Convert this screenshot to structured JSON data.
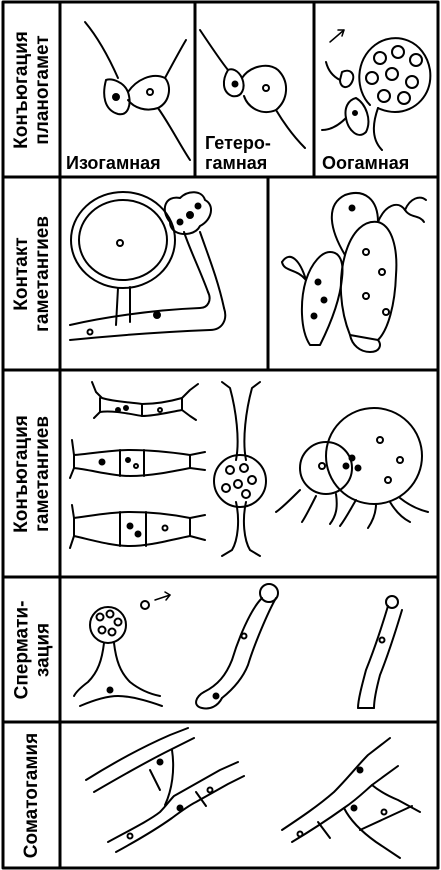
{
  "rows": [
    {
      "id": "planogametes",
      "label_lines": [
        "Конъюгация",
        "планогамет"
      ]
    },
    {
      "id": "gametangia-contact",
      "label_lines": [
        "Контакт",
        "гаметангиев"
      ]
    },
    {
      "id": "gametangia-conjugation",
      "label_lines": [
        "Конъюгация",
        "гаметангиев"
      ]
    },
    {
      "id": "spermatization",
      "label_lines": [
        "Спермати-",
        "зация"
      ]
    },
    {
      "id": "somatogamy",
      "label_lines": [
        "Соматогамия"
      ]
    }
  ],
  "captions": {
    "isogamous": "Изогамная",
    "heterogamous_line1": "Гетеро-",
    "heterogamous_line2": "гамная",
    "oogamous": "Оогамная"
  }
}
